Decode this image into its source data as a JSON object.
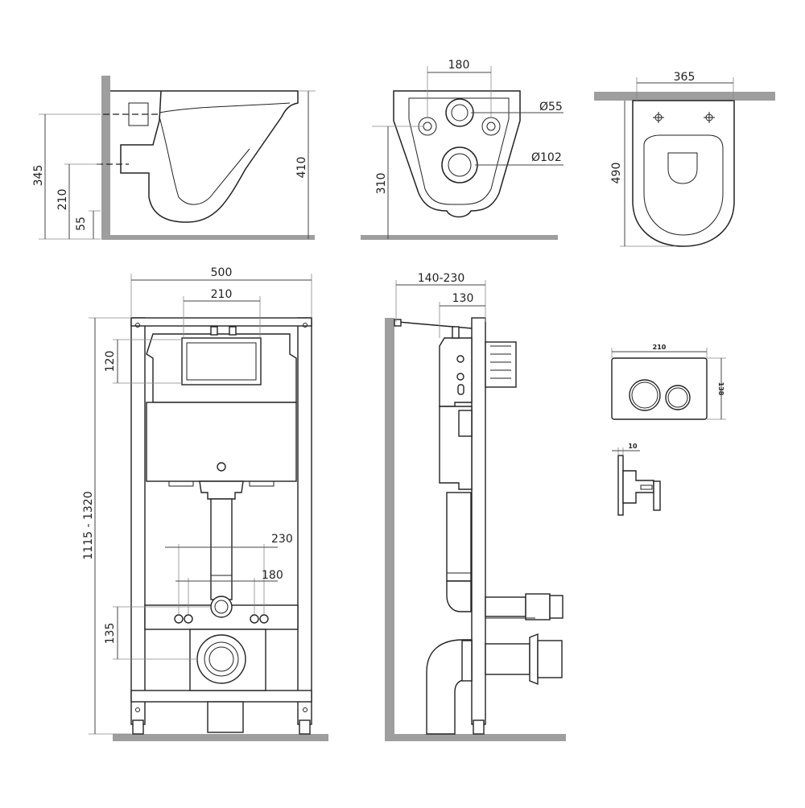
{
  "dimensions": {
    "side_view": {
      "h1": "345",
      "h2": "210",
      "h3": "55",
      "h4": "410"
    },
    "back_view": {
      "width": "180",
      "d1": "Ø55",
      "d2": "Ø102",
      "h": "310"
    },
    "top_view": {
      "width": "365",
      "depth": "490"
    },
    "frame_front": {
      "width": "500",
      "top_spacing": "210",
      "h_top": "120",
      "height": "1115 - 1320",
      "w230": "230",
      "w180": "180",
      "h135": "135"
    },
    "frame_side": {
      "depth": "140-230",
      "depth2": "130"
    },
    "flush_plate": {
      "width": "210",
      "height": "138",
      "thickness": "10"
    }
  }
}
